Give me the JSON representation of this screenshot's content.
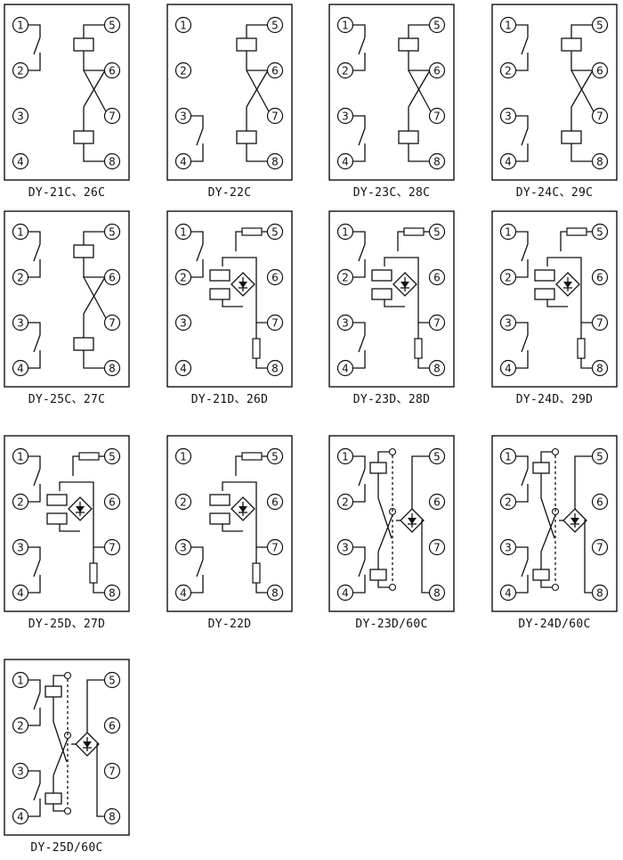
{
  "terminal_labels": [
    "1",
    "2",
    "3",
    "4",
    "5",
    "6",
    "7",
    "8"
  ],
  "diagrams": [
    {
      "label": "DY-21C、26C",
      "variant": "C",
      "contacts": [
        1
      ]
    },
    {
      "label": "DY-22C",
      "variant": "C",
      "contacts": [
        3
      ]
    },
    {
      "label": "DY-23C、28C",
      "variant": "C",
      "contacts": [
        1,
        3
      ]
    },
    {
      "label": "DY-24C、29C",
      "variant": "C",
      "contacts": [
        1,
        3
      ]
    },
    {
      "label": "DY-25C、27C",
      "variant": "C",
      "contacts": [
        1,
        3
      ]
    },
    {
      "label": "DY-21D、26D",
      "variant": "D",
      "contacts": [
        1
      ]
    },
    {
      "label": "DY-23D、28D",
      "variant": "D",
      "contacts": [
        1,
        3
      ]
    },
    {
      "label": "DY-24D、29D",
      "variant": "D",
      "contacts": [
        1,
        3
      ]
    },
    {
      "label": "DY-25D、27D",
      "variant": "D",
      "contacts": [
        1,
        3
      ]
    },
    {
      "label": "DY-22D",
      "variant": "D",
      "contacts": [
        3
      ]
    },
    {
      "label": "DY-23D/60C",
      "variant": "60C",
      "contacts": [
        1,
        3
      ]
    },
    {
      "label": "DY-24D/60C",
      "variant": "60C",
      "contacts": [
        1,
        3
      ]
    },
    {
      "label": "DY-25D/60C",
      "variant": "60C",
      "contacts": [
        1,
        3
      ]
    }
  ]
}
